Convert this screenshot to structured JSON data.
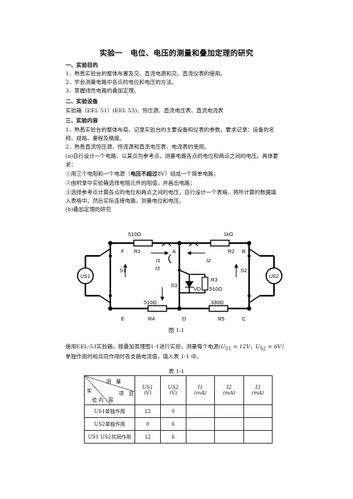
{
  "title": "实验一　电位、电压的测量和叠加定理的研究",
  "sections": {
    "s1": "一、实验目的",
    "s2": "二、实验设备",
    "s3": "三、实验内容"
  },
  "purpose": [
    "1．熟悉实验台的整体布置及交、直流电源和交、直流仪表的使用。",
    "2．学会测量电路中各点的电位和电压的方法。",
    "3．掌握线性电路的叠加定理。"
  ],
  "equipment": "实验箱（EEL 51）(EEL 53)、恒压源、直流电压表、直流电流表",
  "content": {
    "p1": "1．熟悉实验台的整体布局、记录实验台的主要设备和仪表的参数。要求记录：设备的名称、规格、量程及精度。",
    "p2": "2．熟悉直流恒压源、恒流源和直流电压表、电流表的使用。",
    "p3": "(a)自行设计一个电路，以某点为参考点，测量电路各点的电位和两点之间的电压。具体要求：",
    "p4a": "①用三个电阻和一个电源（",
    "p4b": "电压不超过",
    "p4c": "8V）组成一个简单电路；",
    "p5": "②由附录中实验箱选择电阻元件的阻值，并画出电路；",
    "p6": "③选择参考点计算各点的电位和两点之间的电压，自行设计一个表格，将所计算的数据填入表格中。然后实际连接电路，测量电位和电压。",
    "p7": "(b)叠加定理的研究"
  },
  "circuit": {
    "r1_value": "510Ω",
    "r2_value": "1kΩ",
    "r3_value": "510Ω",
    "r4_value": "510Ω",
    "r5_value": "330Ω",
    "labels": {
      "F": "F",
      "R1": "R1",
      "A": "A",
      "R2": "R2",
      "B": "B",
      "E": "E",
      "R4": "R4",
      "D": "D",
      "R5": "R5",
      "C": "C",
      "I1": "I1",
      "I2": "I2",
      "I3": "I3",
      "S1": "S1",
      "S2": "S2",
      "S3": "S3",
      "R3": "R3",
      "VD": "VD",
      "US1": "US1",
      "US2": "US2"
    }
  },
  "figure_caption": "图 1-1",
  "body_text_1a": "使用EEL-53实验箱，按叠加原理图1-1进行实验，测量每个电源(",
  "body_text_1b": "U",
  "body_text_1c": "S1",
  "body_text_1d": " = 12V，",
  "body_text_1e": "U",
  "body_text_1f": "S2",
  "body_text_1g": " = 6V）",
  "body_text_2": "单独作用时和共同作用时各支路电流值，填入表 1-1 中。",
  "table_caption": "表 1-1",
  "table": {
    "corner_top": "测　量",
    "corner_right": "项　目",
    "corner_left": "实",
    "corner_bottom": "验 内　容",
    "headers": [
      {
        "name": "US1",
        "unit": "(V)"
      },
      {
        "name": "US2",
        "unit": "(V)"
      },
      {
        "name": "I1",
        "unit": "(mA)"
      },
      {
        "name": "I2",
        "unit": "(mA)"
      },
      {
        "name": "I3",
        "unit": "(mA)"
      }
    ],
    "rows": [
      {
        "label": "US1单独作用",
        "us1": "12",
        "us2": "0"
      },
      {
        "label": "US2单独作用",
        "us1": "0",
        "us2": "6"
      },
      {
        "label": "US1 US2共同作用",
        "us1": "12",
        "us2": "6"
      }
    ]
  }
}
